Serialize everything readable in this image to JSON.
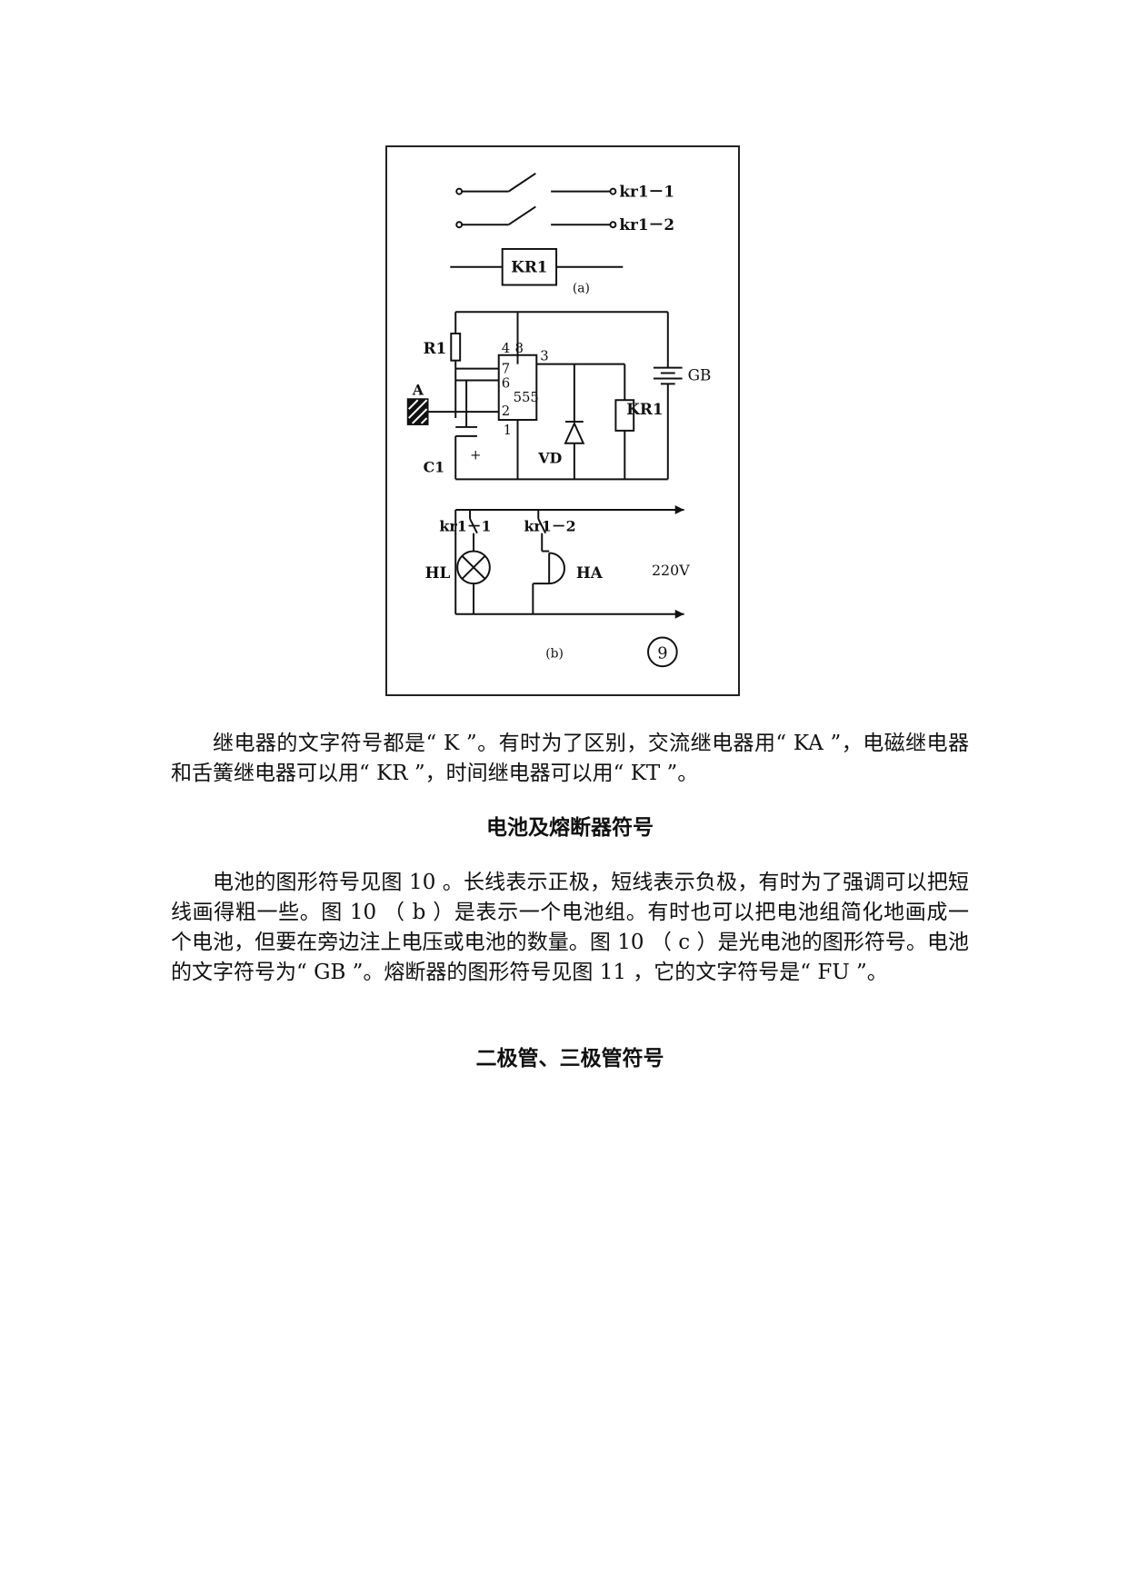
{
  "figure": {
    "labels": {
      "kr1_1_top": "kr1－1",
      "kr1_2_top": "kr1－2",
      "coil_box": "KR1",
      "part_a": "(a)",
      "r1": "R1",
      "pin4": "4",
      "pin8": "8",
      "pin7": "7",
      "pin6": "6",
      "pin3": "3",
      "pin2": "2",
      "pin1": "1",
      "chip": "555",
      "gb": "GB",
      "kr1_coil": "KR1",
      "a": "A",
      "c1": "C1",
      "plus": "+",
      "vd": "VD",
      "kr1_1_bottom": "kr1－1",
      "kr1_2_bottom": "kr1－2",
      "voltage": "220V",
      "hl": "HL",
      "ha": "HA",
      "part_b": "(b)",
      "fig_no": "9"
    }
  },
  "text": {
    "relay_paragraph": "继电器的文字符号都是“ K ”。有时为了区别，交流继电器用“ KA ”，电磁继电器和舌簧继电器可以用“ KR ”，时间继电器可以用“ KT ”。",
    "battery_heading": "电池及熔断器符号",
    "battery_paragraph": "电池的图形符号见图 10 。长线表示正极，短线表示负极，有时为了强调可以把短线画得粗一些。图 10 （ b ）是表示一个电池组。有时也可以把电池组简化地画成一个电池，但要在旁边注上电压或电池的数量。图 10 （ c ）是光电池的图形符号。电池的文字符号为“ GB ”。熔断器的图形符号见图 11 ，它的文字符号是“ FU ”。",
    "diode_heading": "二极管、三极管符号"
  }
}
